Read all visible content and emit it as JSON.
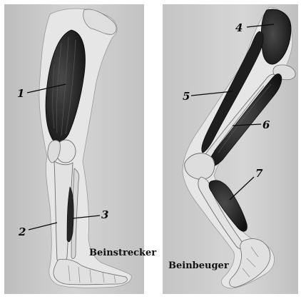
{
  "panels": [
    {
      "caption": "Beinstrecker",
      "markers": [
        "1",
        "2",
        "3"
      ]
    },
    {
      "caption": "Beinbeuger",
      "markers": [
        "4",
        "5",
        "6",
        "7"
      ]
    }
  ],
  "colors": {
    "paper": "#ffffff",
    "panel_background": "#c9c9c9",
    "skin": "#e8e8e8",
    "bone": "#dcdcdc",
    "muscle": "#1c1c1c",
    "ink": "#0a0a0a"
  }
}
